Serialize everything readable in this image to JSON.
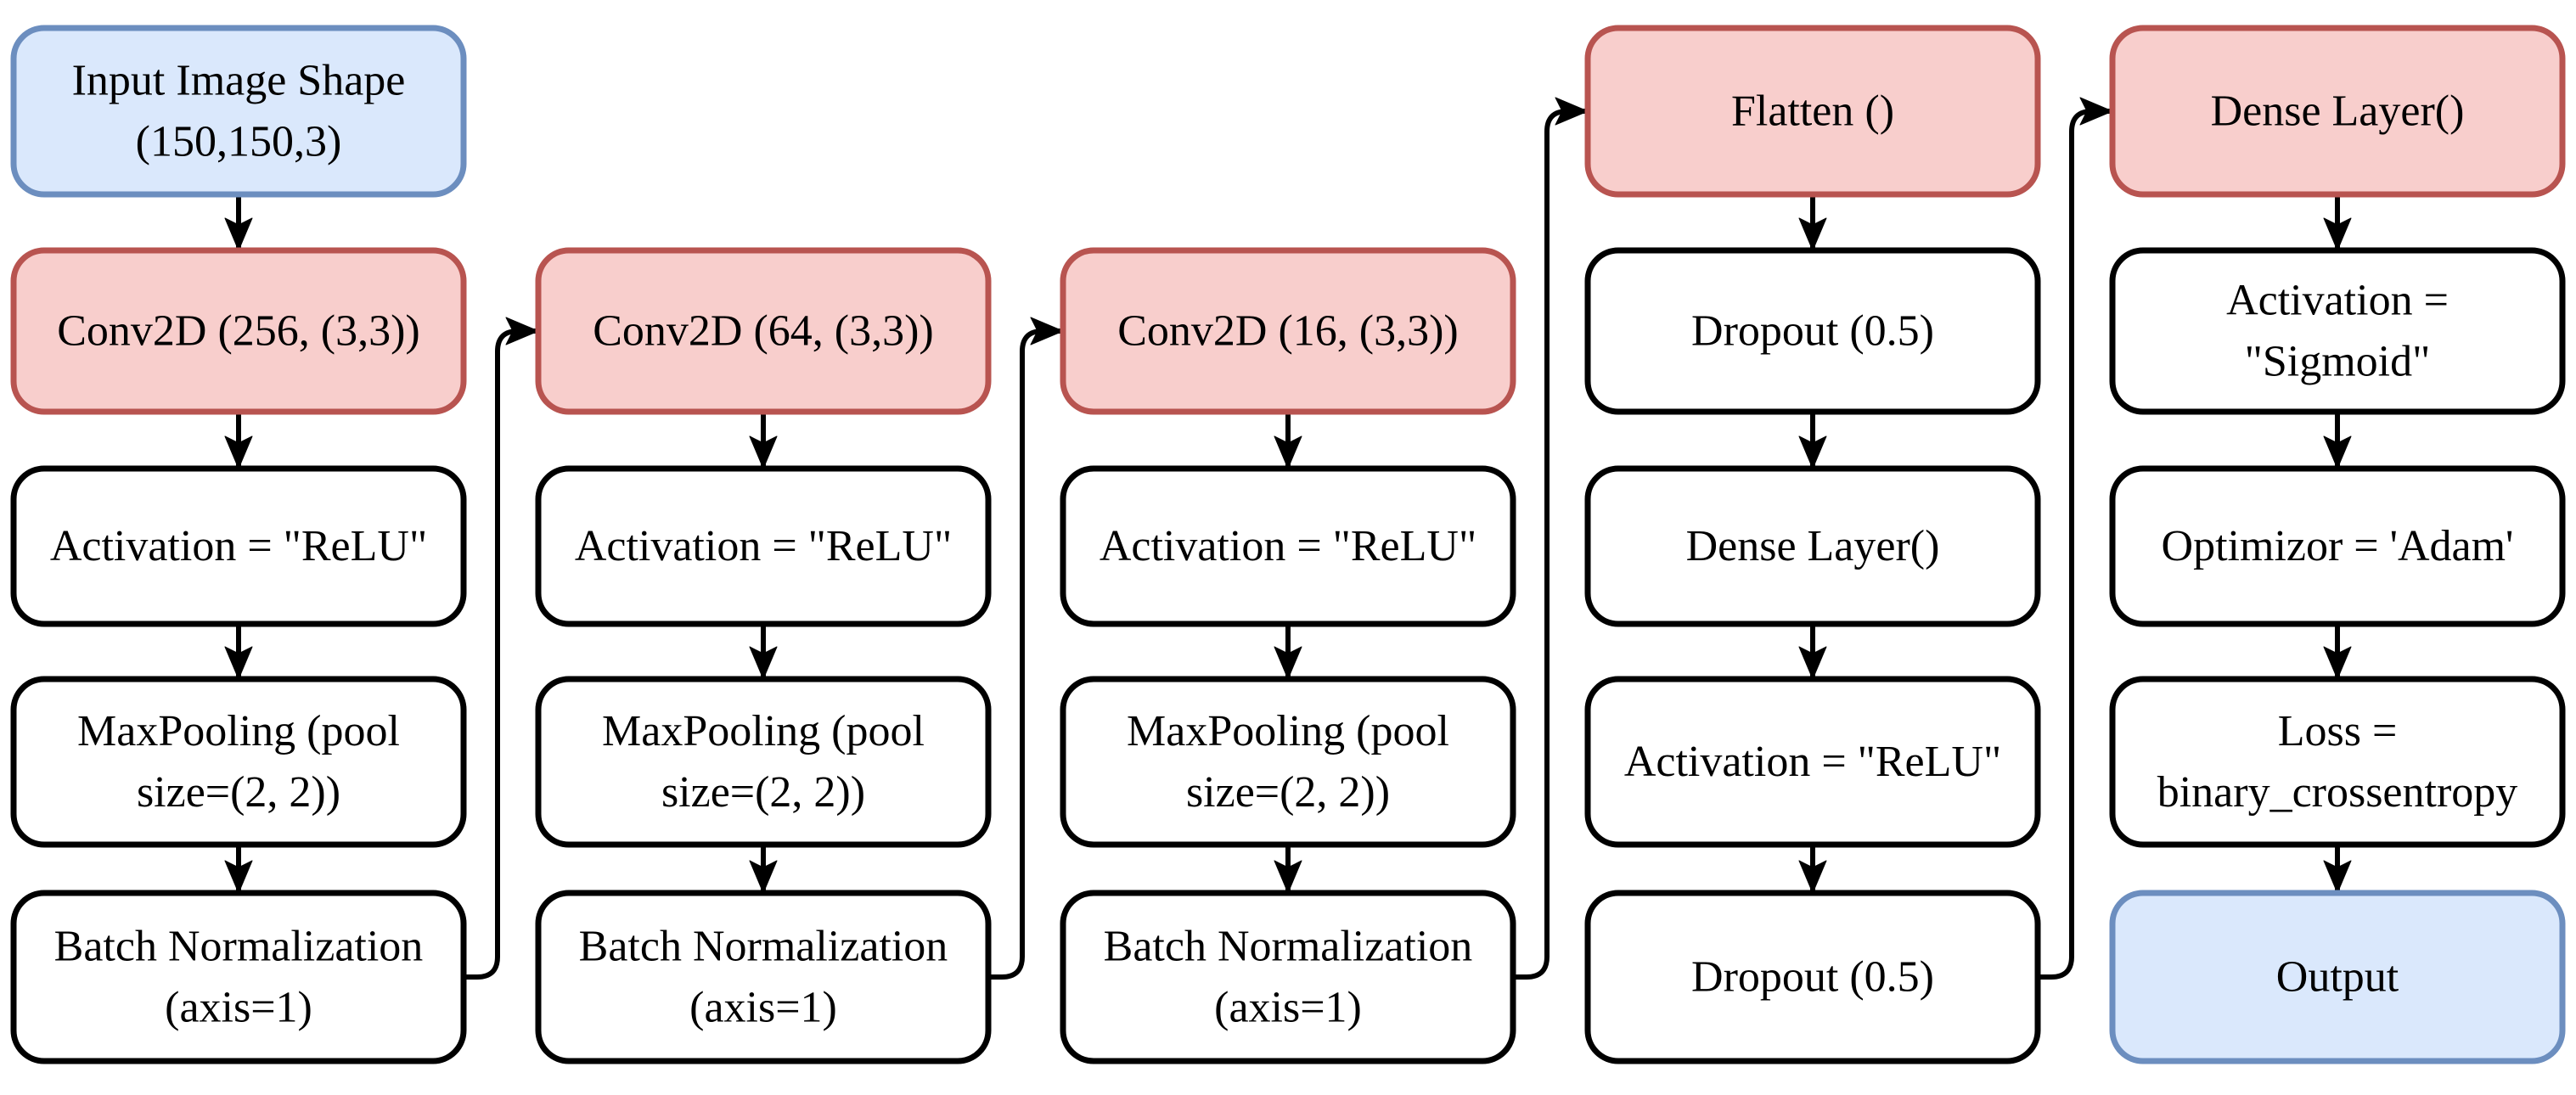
{
  "diagram": {
    "background": "#ffffff",
    "edge_color": "#000000",
    "styles": {
      "input": {
        "fill": "#dae8fc",
        "stroke": "#6c8ebf"
      },
      "output": {
        "fill": "#dae8fc",
        "stroke": "#6c8ebf"
      },
      "stage": {
        "fill": "#f8cecc",
        "stroke": "#b85450"
      },
      "plain": {
        "fill": "#ffffff",
        "stroke": "#000000"
      }
    },
    "nodes": [
      {
        "id": "input",
        "col": 0,
        "row": 0,
        "style": "input",
        "lines": [
          "Input Image Shape",
          "(150,150,3)"
        ]
      },
      {
        "id": "conv256",
        "col": 0,
        "row": 1,
        "style": "stage",
        "lines": [
          "Conv2D (256, (3,3))"
        ]
      },
      {
        "id": "relu1",
        "col": 0,
        "row": 2,
        "style": "plain",
        "lines": [
          "Activation = \"ReLU\""
        ]
      },
      {
        "id": "pool1",
        "col": 0,
        "row": 3,
        "style": "plain",
        "lines": [
          "MaxPooling (pool",
          "size=(2, 2))"
        ]
      },
      {
        "id": "bn1",
        "col": 0,
        "row": 4,
        "style": "plain",
        "lines": [
          "Batch Normalization",
          "(axis=1)"
        ]
      },
      {
        "id": "conv64",
        "col": 1,
        "row": 1,
        "style": "stage",
        "lines": [
          "Conv2D (64, (3,3))"
        ]
      },
      {
        "id": "relu2",
        "col": 1,
        "row": 2,
        "style": "plain",
        "lines": [
          "Activation = \"ReLU\""
        ]
      },
      {
        "id": "pool2",
        "col": 1,
        "row": 3,
        "style": "plain",
        "lines": [
          "MaxPooling (pool",
          "size=(2, 2))"
        ]
      },
      {
        "id": "bn2",
        "col": 1,
        "row": 4,
        "style": "plain",
        "lines": [
          "Batch Normalization",
          "(axis=1)"
        ]
      },
      {
        "id": "conv16",
        "col": 2,
        "row": 1,
        "style": "stage",
        "lines": [
          "Conv2D (16, (3,3))"
        ]
      },
      {
        "id": "relu3",
        "col": 2,
        "row": 2,
        "style": "plain",
        "lines": [
          "Activation = \"ReLU\""
        ]
      },
      {
        "id": "pool3",
        "col": 2,
        "row": 3,
        "style": "plain",
        "lines": [
          "MaxPooling (pool",
          "size=(2, 2))"
        ]
      },
      {
        "id": "bn3",
        "col": 2,
        "row": 4,
        "style": "plain",
        "lines": [
          "Batch Normalization",
          "(axis=1)"
        ]
      },
      {
        "id": "flatten",
        "col": 3,
        "row": 0,
        "style": "stage",
        "lines": [
          "Flatten ()"
        ]
      },
      {
        "id": "dropout1",
        "col": 3,
        "row": 1,
        "style": "plain",
        "lines": [
          "Dropout (0.5)"
        ]
      },
      {
        "id": "dense1",
        "col": 3,
        "row": 2,
        "style": "plain",
        "lines": [
          "Dense Layer()"
        ]
      },
      {
        "id": "relu4",
        "col": 3,
        "row": 3,
        "style": "plain",
        "lines": [
          "Activation = \"ReLU\""
        ]
      },
      {
        "id": "dropout2",
        "col": 3,
        "row": 4,
        "style": "plain",
        "lines": [
          "Dropout (0.5)"
        ]
      },
      {
        "id": "dense2",
        "col": 4,
        "row": 0,
        "style": "stage",
        "lines": [
          "Dense Layer()"
        ]
      },
      {
        "id": "sigmoid",
        "col": 4,
        "row": 1,
        "style": "plain",
        "lines": [
          "Activation =",
          "\"Sigmoid\""
        ]
      },
      {
        "id": "optimizer",
        "col": 4,
        "row": 2,
        "style": "plain",
        "lines": [
          "Optimizor = 'Adam'"
        ]
      },
      {
        "id": "loss",
        "col": 4,
        "row": 3,
        "style": "plain",
        "lines": [
          "Loss =",
          "binary_crossentropy"
        ]
      },
      {
        "id": "output",
        "col": 4,
        "row": 4,
        "style": "output",
        "lines": [
          "Output"
        ]
      }
    ],
    "edges": [
      {
        "from": "input",
        "to": "conv256",
        "kind": "down"
      },
      {
        "from": "conv256",
        "to": "relu1",
        "kind": "down"
      },
      {
        "from": "relu1",
        "to": "pool1",
        "kind": "down"
      },
      {
        "from": "pool1",
        "to": "bn1",
        "kind": "down"
      },
      {
        "from": "bn1",
        "to": "conv64",
        "kind": "elbow"
      },
      {
        "from": "conv64",
        "to": "relu2",
        "kind": "down"
      },
      {
        "from": "relu2",
        "to": "pool2",
        "kind": "down"
      },
      {
        "from": "pool2",
        "to": "bn2",
        "kind": "down"
      },
      {
        "from": "bn2",
        "to": "conv16",
        "kind": "elbow"
      },
      {
        "from": "conv16",
        "to": "relu3",
        "kind": "down"
      },
      {
        "from": "relu3",
        "to": "pool3",
        "kind": "down"
      },
      {
        "from": "pool3",
        "to": "bn3",
        "kind": "down"
      },
      {
        "from": "bn3",
        "to": "flatten",
        "kind": "elbow"
      },
      {
        "from": "flatten",
        "to": "dropout1",
        "kind": "down"
      },
      {
        "from": "dropout1",
        "to": "dense1",
        "kind": "down"
      },
      {
        "from": "dense1",
        "to": "relu4",
        "kind": "down"
      },
      {
        "from": "relu4",
        "to": "dropout2",
        "kind": "down"
      },
      {
        "from": "dropout2",
        "to": "dense2",
        "kind": "elbow"
      },
      {
        "from": "dense2",
        "to": "sigmoid",
        "kind": "down"
      },
      {
        "from": "sigmoid",
        "to": "optimizer",
        "kind": "down"
      },
      {
        "from": "optimizer",
        "to": "loss",
        "kind": "down"
      },
      {
        "from": "loss",
        "to": "output",
        "kind": "down"
      }
    ]
  }
}
